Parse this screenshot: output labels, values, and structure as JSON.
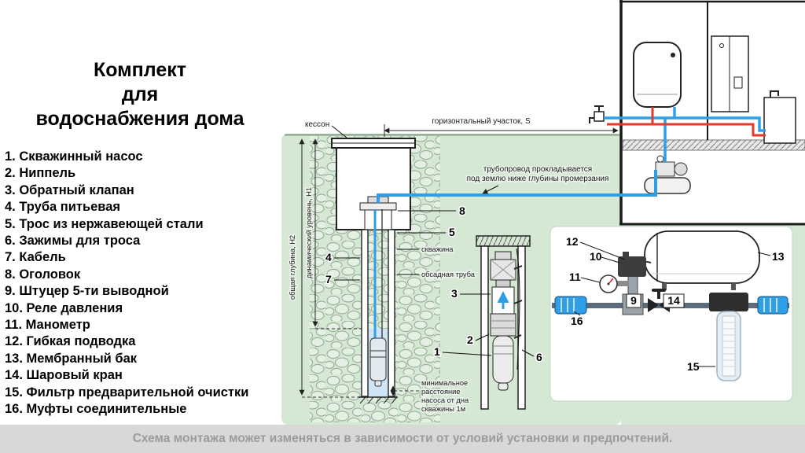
{
  "title_lines": [
    "Комплект",
    "для",
    "водоснабжения дома"
  ],
  "parts": [
    "1. Скважинный насос",
    "2. Ниппель",
    "3. Обратный клапан",
    "4. Труба питьевая",
    "5. Трос из нержавеющей стали",
    "6. Зажимы для троса",
    "7. Кабель",
    "8. Оголовок",
    "9. Штуцер 5-ти выводной",
    "10. Реле давления",
    "11. Манометр",
    "12. Гибкая подводка",
    "13. Мембранный бак",
    "14. Шаровый кран",
    "15. Фильтр предварительной очистки",
    "16. Муфты соединительные"
  ],
  "labels": {
    "kesson": "кессон",
    "horizontal_section": "горизонтальный участок, S",
    "pipeline_note_line1": "трубопровод прокладывается",
    "pipeline_note_line2": "под землю ниже глубины промерзания",
    "total_depth": "общая глубина, Н2",
    "dynamic_level": "динамический уровень, Н1",
    "borehole": "скважина",
    "casing_pipe": "обсадная труба",
    "min_distance_line1": "минимальное",
    "min_distance_line2": "расстояние",
    "min_distance_line3": "насоса от дна",
    "min_distance_line4": "скважины 1м"
  },
  "callouts": [
    "1",
    "2",
    "3",
    "4",
    "5",
    "6",
    "7",
    "8",
    "9",
    "10",
    "11",
    "12",
    "13",
    "14",
    "15",
    "16"
  ],
  "footer": "Схема монтажа может изменяться в зависимости от условий установки и предпочтений.",
  "colors": {
    "cold_pipe": "#2e9fe6",
    "hot_pipe": "#e03a2a",
    "ground": "#d4e8d4"
  }
}
